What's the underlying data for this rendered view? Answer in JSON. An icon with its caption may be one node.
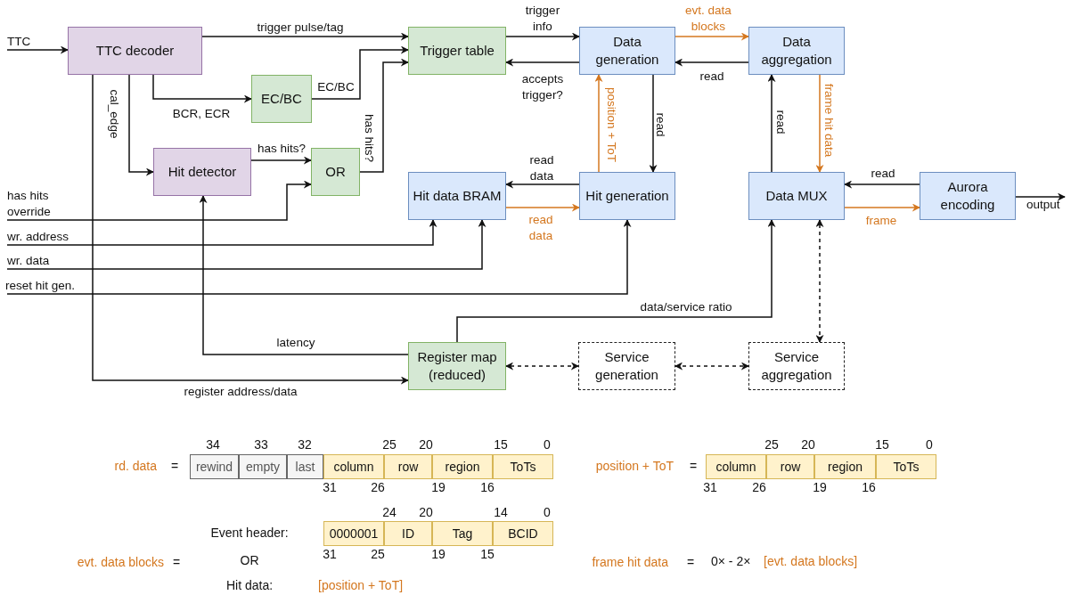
{
  "diagram": {
    "nodes": [
      {
        "text": [
          "TTC decoder"
        ]
      },
      {
        "text": [
          "Trigger table"
        ]
      },
      {
        "text": [
          "Data generation"
        ]
      },
      {
        "text": [
          "Data aggregation"
        ]
      },
      {
        "text": [
          "EC/BC"
        ]
      },
      {
        "text": [
          "Hit detector"
        ]
      },
      {
        "text": [
          "OR"
        ]
      },
      {
        "text": [
          "Hit data BRAM"
        ]
      },
      {
        "text": [
          "Hit generation"
        ]
      },
      {
        "text": [
          "Data MUX"
        ]
      },
      {
        "text": [
          "Aurora encoding"
        ]
      },
      {
        "text": [
          "Register map (reduced)"
        ]
      },
      {
        "text": [
          "Service generation"
        ]
      },
      {
        "text": [
          "Service aggregation"
        ]
      },
      {
        "text": [
          "TTC"
        ]
      },
      {
        "text": [
          "has hits override"
        ]
      },
      {
        "text": [
          "wr. address"
        ]
      },
      {
        "text": [
          "wr. data"
        ]
      },
      {
        "text": [
          "reset hit gen."
        ]
      },
      {
        "text": [
          "output"
        ]
      },
      {
        "text": [
          "rewind"
        ]
      },
      {
        "text": [
          "empty"
        ]
      },
      {
        "text": [
          "last"
        ]
      },
      {
        "text": [
          "column"
        ]
      },
      {
        "text": [
          "row"
        ]
      },
      {
        "text": [
          "region"
        ]
      },
      {
        "text": [
          "ToTs"
        ]
      },
      {
        "text": [
          "column"
        ]
      },
      {
        "text": [
          "row"
        ]
      },
      {
        "text": [
          "region"
        ]
      },
      {
        "text": [
          "ToTs"
        ]
      },
      {
        "text": [
          "0000001"
        ]
      },
      {
        "text": [
          "ID"
        ]
      },
      {
        "text": [
          "Tag"
        ]
      },
      {
        "text": [
          "BCID"
        ]
      }
    ],
    "edges": [
      {
        "from": 14,
        "to": 0,
        "arrow": "to"
      },
      {
        "from": 0,
        "to": 1,
        "arrow": "to",
        "label": "trigger pulse/tag"
      },
      {
        "from": 0,
        "to": 4,
        "arrow": "to",
        "label": "BCR, ECR"
      },
      {
        "from": 4,
        "to": 1,
        "arrow": "to",
        "label": "EC/BC"
      },
      {
        "from": 0,
        "to": 5,
        "arrow": "to",
        "label": "cal_edge"
      },
      {
        "from": 0,
        "to": 11,
        "arrow": "to",
        "label": "register address/data"
      },
      {
        "from": 5,
        "to": 6,
        "arrow": "to",
        "label": "has hits?"
      },
      {
        "from": 15,
        "to": 6,
        "arrow": "to"
      },
      {
        "from": 6,
        "to": 1,
        "arrow": "to",
        "label": "has hits?"
      },
      {
        "from": 1,
        "to": 2,
        "arrow": "to",
        "label": "trigger info"
      },
      {
        "from": 2,
        "to": 1,
        "arrow": "to",
        "label": "accepts trigger?"
      },
      {
        "from": 2,
        "to": 3,
        "arrow": "to",
        "label": "evt. data blocks",
        "color": "#d4771f"
      },
      {
        "from": 3,
        "to": 2,
        "arrow": "to",
        "label": "read"
      },
      {
        "from": 8,
        "to": 2,
        "arrow": "to",
        "label": "position + ToT",
        "color": "#d4771f"
      },
      {
        "from": 2,
        "to": 8,
        "arrow": "to",
        "label": "read"
      },
      {
        "from": 8,
        "to": 7,
        "arrow": "to",
        "label": "read data"
      },
      {
        "from": 7,
        "to": 8,
        "arrow": "to",
        "label": "read data",
        "color": "#d4771f"
      },
      {
        "from": 9,
        "to": 3,
        "arrow": "to",
        "label": "read"
      },
      {
        "from": 3,
        "to": 9,
        "arrow": "to",
        "label": "frame hit data",
        "color": "#d4771f"
      },
      {
        "from": 10,
        "to": 9,
        "arrow": "to",
        "label": "read"
      },
      {
        "from": 9,
        "to": 10,
        "arrow": "to",
        "label": "frame",
        "color": "#d4771f"
      },
      {
        "from": 10,
        "to": 19,
        "arrow": "to"
      },
      {
        "from": 16,
        "to": 7,
        "arrow": "to"
      },
      {
        "from": 17,
        "to": 7,
        "arrow": "to"
      },
      {
        "from": 18,
        "to": 8,
        "arrow": "to"
      },
      {
        "from": 11,
        "to": 9,
        "arrow": "to",
        "label": "data/service ratio"
      },
      {
        "from": 11,
        "to": 5,
        "arrow": "to",
        "label": "latency"
      },
      {
        "from": 12,
        "to": 11,
        "arrow": "both",
        "style": "dashed"
      },
      {
        "from": 12,
        "to": 13,
        "arrow": "both",
        "style": "dashed"
      },
      {
        "from": 13,
        "to": 9,
        "arrow": "both",
        "style": "dashed"
      }
    ],
    "labels": [
      "rd. data",
      "=",
      "34",
      "33",
      "32",
      "25",
      "20",
      "15",
      "0",
      "31",
      "26",
      "19",
      "16",
      "position + ToT",
      "=",
      "25",
      "20",
      "15",
      "0",
      "31",
      "26",
      "19",
      "16",
      "24",
      "20",
      "14",
      "0",
      "Event header:",
      "31",
      "25",
      "19",
      "15",
      "evt. data blocks",
      "=",
      "OR",
      "frame hit data",
      "=",
      "0× - 2×",
      "[evt. data blocks]",
      "Hit data:",
      "[position + ToT]"
    ]
  }
}
